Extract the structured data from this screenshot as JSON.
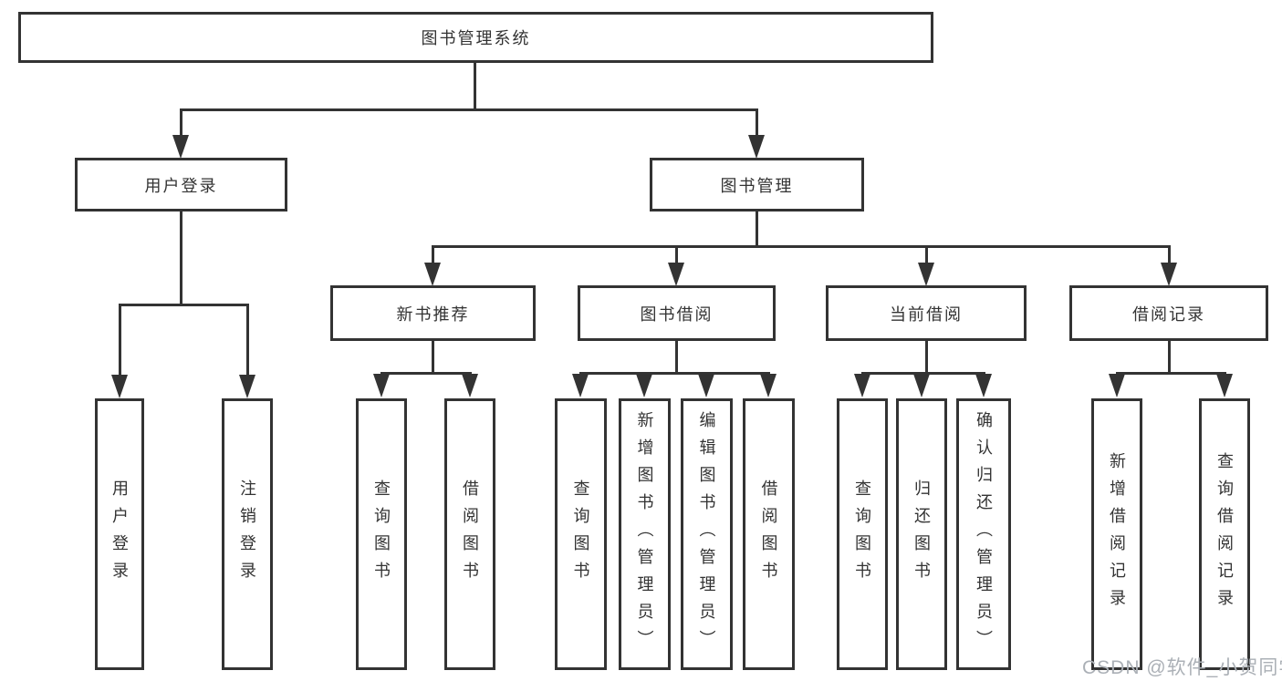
{
  "colors": {
    "line": "#333333",
    "text": "#333333",
    "watermark": "#abb0b6",
    "background": "#ffffff"
  },
  "tree": {
    "root": {
      "label": "图书管理系统",
      "children": [
        {
          "label": "用户登录",
          "children": [
            {
              "label": "用户登录"
            },
            {
              "label": "注销登录"
            }
          ]
        },
        {
          "label": "图书管理",
          "children": [
            {
              "label": "新书推荐",
              "children": [
                {
                  "label": "查询图书"
                },
                {
                  "label": "借阅图书"
                }
              ]
            },
            {
              "label": "图书借阅",
              "children": [
                {
                  "label": "查询图书"
                },
                {
                  "label": "新增图书（管理员）"
                },
                {
                  "label": "编辑图书（管理员）"
                },
                {
                  "label": "借阅图书"
                }
              ]
            },
            {
              "label": "当前借阅",
              "children": [
                {
                  "label": "查询图书"
                },
                {
                  "label": "归还图书"
                },
                {
                  "label": "确认归还（管理员）"
                }
              ]
            },
            {
              "label": "借阅记录",
              "children": [
                {
                  "label": "新增借阅记录"
                },
                {
                  "label": "查询借阅记录"
                }
              ]
            }
          ]
        }
      ]
    }
  },
  "watermark": {
    "text": "CSDN @软件_小贺同学"
  }
}
